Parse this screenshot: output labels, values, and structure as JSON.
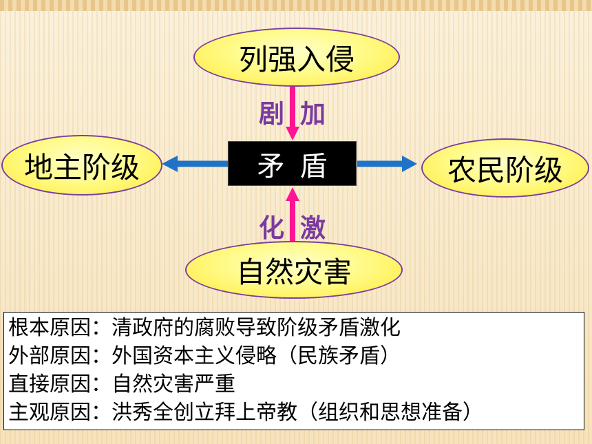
{
  "diagram": {
    "nodes": {
      "top": "列强入侵",
      "left": "地主阶级",
      "right": "农民阶级",
      "bottom": "自然灾害",
      "center": "矛盾"
    },
    "labels": {
      "top_left": "剧",
      "top_right": "加",
      "bottom_left": "化",
      "bottom_right": "激"
    },
    "colors": {
      "oval_border": "#7b3fa0",
      "oval_fill": "#ffea3a",
      "arrow_blue": "#1e73c8",
      "arrow_pink": "#ff1493",
      "label_purple": "#7a3aa0"
    }
  },
  "causes": [
    "根本原因：清政府的腐败导致阶级矛盾激化",
    "外部原因：外国资本主义侵略（民族矛盾）",
    "直接原因：自然灾害严重",
    "主观原因：洪秀全创立拜上帝教（组织和思想准备）"
  ]
}
